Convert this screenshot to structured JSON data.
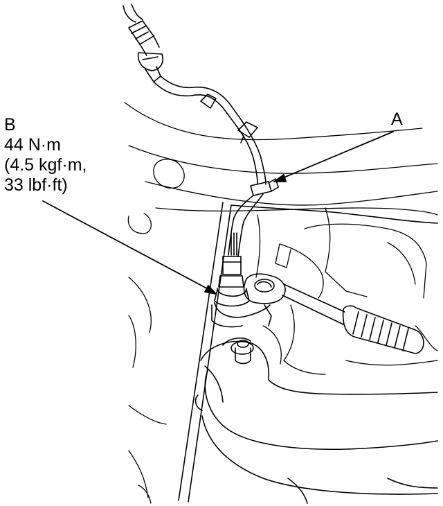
{
  "callouts": {
    "a": {
      "letter": "A"
    },
    "b": {
      "letter": "B",
      "torque_nm": "44 N·m",
      "torque_kgfm": "(4.5 kgf·m,",
      "torque_lbfft": "33 lbf·ft)"
    }
  },
  "colors": {
    "line": "#000000",
    "background": "#ffffff"
  }
}
